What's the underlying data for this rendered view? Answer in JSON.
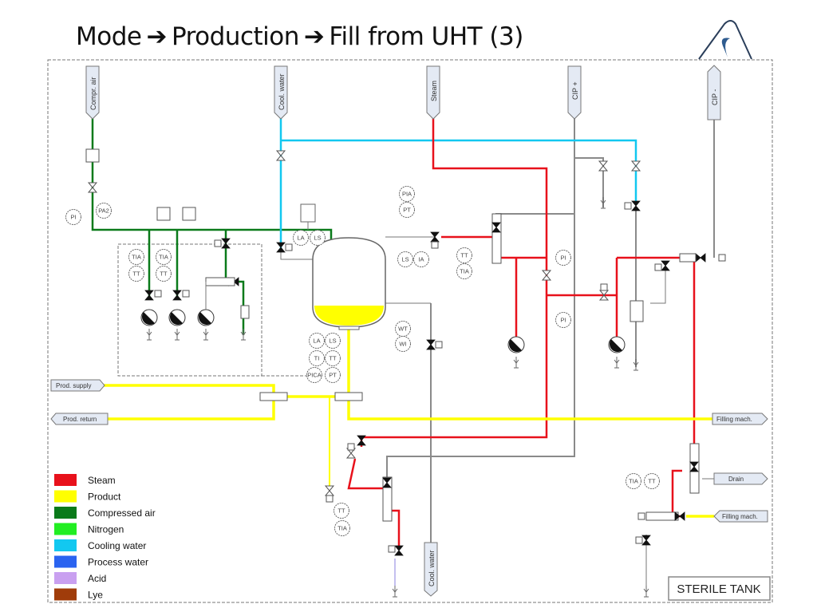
{
  "title": {
    "part1": "Mode",
    "arrow": "➔",
    "part2": "Production",
    "part3": "Fill from UHT (3)"
  },
  "logo": {
    "icon": "company-wave-logo"
  },
  "tags": {
    "compr_air": "Compr. air",
    "cool_water_in": "Cool. water",
    "steam": "Steam",
    "cip_plus": "CIP +",
    "cip_minus": "CIP -",
    "cool_water_out": "Cool. water",
    "prod_supply": "Prod. supply",
    "prod_return": "Prod. return",
    "filling_mach_1": "Filling mach.",
    "drain": "Drain",
    "filling_mach_2": "Filling mach."
  },
  "instruments": [
    "PI",
    "PA2",
    "TIA",
    "TT",
    "TIA",
    "TT",
    "LA",
    "LS",
    "PIA",
    "PT",
    "LS",
    "IA",
    "TT",
    "TIA",
    "PI",
    "PI",
    "WT",
    "WI",
    "LA",
    "LS",
    "TI",
    "TT",
    "PICA",
    "PT",
    "TT",
    "TIA",
    "TIA",
    "TT"
  ],
  "legend": [
    {
      "label": "Steam",
      "color": "#e8111b"
    },
    {
      "label": "Product",
      "color": "#ffff00"
    },
    {
      "label": "Compressed air",
      "color": "#0a7a1a"
    },
    {
      "label": "Nitrogen",
      "color": "#22ee22"
    },
    {
      "label": "Cooling water",
      "color": "#12c8f0"
    },
    {
      "label": "Process water",
      "color": "#2a63f0"
    },
    {
      "label": "Acid",
      "color": "#c9a0f0"
    },
    {
      "label": "Lye",
      "color": "#a03c0a"
    }
  ],
  "tank_contents_color": "#ffff00",
  "alarm_color": "#f0960f",
  "diagram_label": "STERILE TANK"
}
